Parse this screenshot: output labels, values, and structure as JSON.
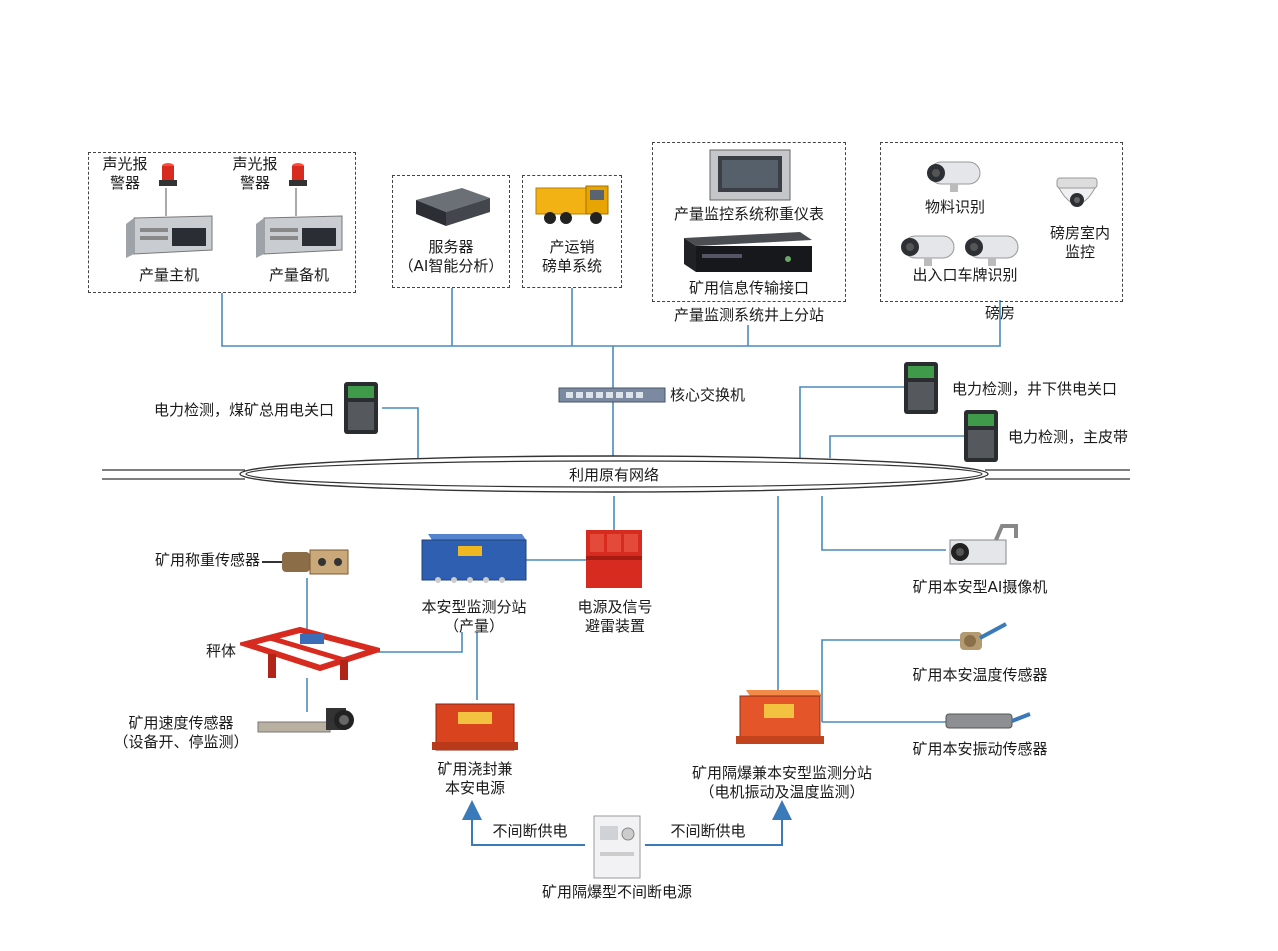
{
  "colors": {
    "line": "#4a8ab8",
    "arrow": "#3a7ab8",
    "red": "#d62b1e",
    "blue": "#2f5fb0"
  },
  "labels": {
    "alarm1": "声光报\n警器",
    "alarm2": "声光报\n警器",
    "main_host": "产量主机",
    "backup_host": "产量备机",
    "server": "服务器\n（AI智能分析）",
    "sales": "产运销\n磅单系统",
    "weigh_meter": "产量监控系统称重仪表",
    "info_interface": "矿用信息传输接口",
    "surface_station": "产量监测系统井上分站",
    "material_id": "物料识别",
    "room_monitor": "磅房室内\n监控",
    "plate_id": "出入口车牌识别",
    "weigh_room": "磅房",
    "core_switch": "核心交换机",
    "power_total": "电力检测，煤矿总用电关口",
    "power_down": "电力检测，井下供电关口",
    "power_belt": "电力检测，主皮带",
    "network": "利用原有网络",
    "weigh_sensor": "矿用称重传感器",
    "scale_body": "秤体",
    "speed_sensor": "矿用速度传感器\n（设备开、停监测）",
    "is_station": "本安型监测分站\n（产量）",
    "surge": "电源及信号\n避雷装置",
    "ai_camera": "矿用本安型AI摄像机",
    "temp_sensor": "矿用本安温度传感器",
    "vib_sensor": "矿用本安振动传感器",
    "potted_power": "矿用浇封兼\n本安电源",
    "ex_station": "矿用隔爆兼本安型监测分站\n（电机振动及温度监测）",
    "ups_left": "不间断供电",
    "ups_right": "不间断供电",
    "ups": "矿用隔爆型不间断电源"
  }
}
